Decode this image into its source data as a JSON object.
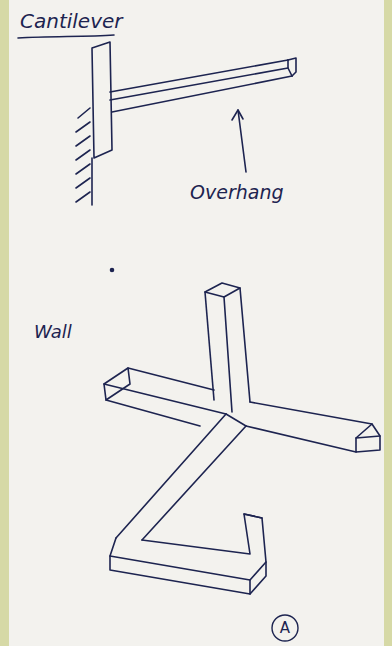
{
  "diagram": {
    "title": "Cantilever",
    "nodes": [
      {
        "text": [
          "A"
        ]
      }
    ],
    "labels": [
      "Overhang",
      "Wall"
    ]
  }
}
